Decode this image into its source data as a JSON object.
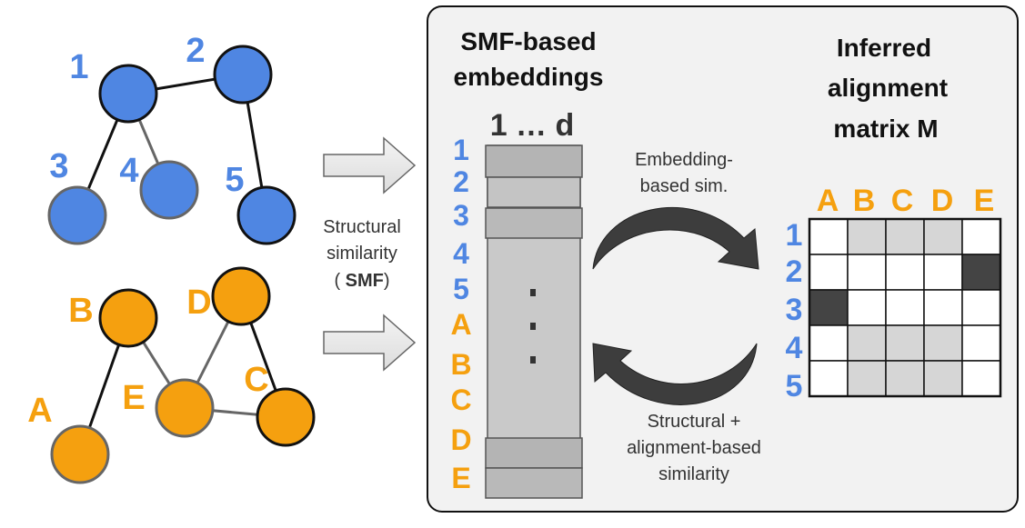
{
  "graph1": {
    "color": "#4F86E2",
    "nodes": [
      {
        "id": "1"
      },
      {
        "id": "2"
      },
      {
        "id": "3"
      },
      {
        "id": "4"
      },
      {
        "id": "5"
      }
    ]
  },
  "graph2": {
    "color": "#F5A00F",
    "nodes": [
      {
        "id": "A"
      },
      {
        "id": "B"
      },
      {
        "id": "C"
      },
      {
        "id": "D"
      },
      {
        "id": "E"
      }
    ]
  },
  "label_left": {
    "line1": "Structural",
    "line2": "similarity",
    "open": "(",
    "abbr": "SMF",
    "close": ")"
  },
  "panel": {
    "embed_title_1": "SMF-based",
    "embed_title_2": "embeddings",
    "dims": "1 … d",
    "rows": [
      "1",
      "2",
      "3",
      "4",
      "5",
      "A",
      "B",
      "C",
      "D",
      "E"
    ],
    "dots": "⋮",
    "top_cycle_1": "Embedding-",
    "top_cycle_2": "based sim.",
    "bottom_cycle_1": "Structural +",
    "bottom_cycle_2": "alignment-based",
    "bottom_cycle_3": "similarity",
    "matrix_title_1": "Inferred",
    "matrix_title_2": "alignment",
    "matrix_title_3": "matrix M",
    "matrix_cols": [
      "A",
      "B",
      "C",
      "D",
      "E"
    ],
    "matrix_rows": [
      "1",
      "2",
      "3",
      "4",
      "5"
    ],
    "matrix_cells": [
      [
        "w",
        "g",
        "g",
        "g",
        "w"
      ],
      [
        "w",
        "w",
        "w",
        "w",
        "d"
      ],
      [
        "d",
        "w",
        "w",
        "w",
        "w"
      ],
      [
        "w",
        "g",
        "g",
        "g",
        "w"
      ],
      [
        "w",
        "g",
        "g",
        "g",
        "w"
      ]
    ]
  },
  "colors": {
    "blue": "#4F86E2",
    "orange": "#F5A00F",
    "dark_cell": "#444444",
    "gray_cell": "#D6D6D6"
  }
}
